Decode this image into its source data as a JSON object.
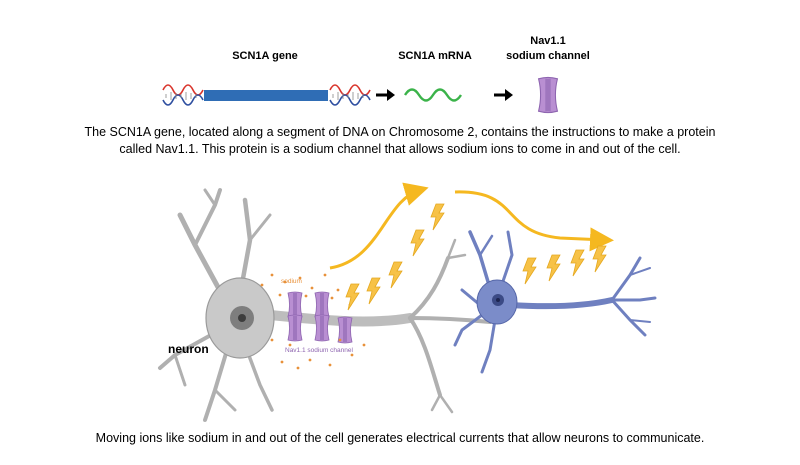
{
  "top_row": {
    "gene_label": "SCN1A gene",
    "mrna_label": "SCN1A mRNA",
    "channel_label_line1": "Nav1.1",
    "channel_label_line2": "sodium channel"
  },
  "caption_top": {
    "line1": "The SCN1A gene, located along a segment of DNA on Chromosome 2,  contains the instructions to make a protein",
    "line2": "called Nav1.1. This protein is a sodium channel that allows sodium ions to come in and out of the cell."
  },
  "neuron_labels": {
    "neuron": "neuron",
    "sodium": "sodium",
    "channel": "Nav1.1 sodium channel"
  },
  "caption_bottom": "Moving ions like sodium in and out of the cell generates electrical currents that allow neurons to communicate.",
  "colors": {
    "gene_bar": "#2f6db5",
    "dna_red": "#d9342b",
    "dna_blue": "#2f4fa0",
    "mrna": "#3bb34a",
    "channel": "#b98fd2",
    "neuron_gray": "#c9c9c9",
    "neuron_blue": "#7b8cc9",
    "bolt": "#f7c247",
    "sodium_dots": "#e8913a"
  }
}
